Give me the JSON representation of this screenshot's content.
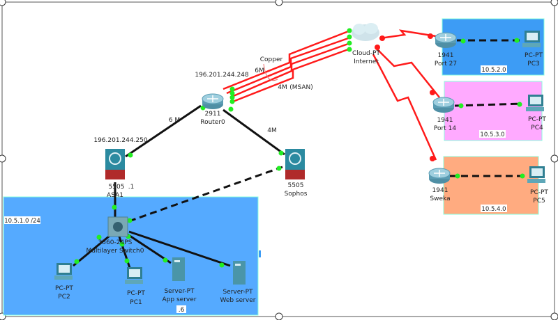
{
  "colors": {
    "lan_main": "#55aaff",
    "lan_port27": "#3d9cf5",
    "lan_port14": "#ffaaff",
    "lan_sweka": "#ffab80",
    "wan_link": "#ff1a1a",
    "link": "#111111",
    "port_up": "#22ee22"
  },
  "wan": {
    "router_ip": "196.201.244.248",
    "copper": "Copper",
    "speed_a": "6M",
    "speed_b": "4M",
    "msan": "(MSAN)"
  },
  "router0": {
    "model": "2911",
    "name": "Router0"
  },
  "cloud": {
    "model": "Cloud-PT",
    "name": "Internet"
  },
  "links": {
    "to_asa": "6 M",
    "to_sophos": "4M"
  },
  "asa1": {
    "ip": "196.201.244.250",
    "model": "5505",
    "name": "ASA1",
    "host": ".1"
  },
  "sophos": {
    "model": "5505",
    "name": "Sophos"
  },
  "lan": {
    "subnet": "10.5.1.0 /24",
    "switch_model": "3560-24PS",
    "switch_name": "Multilayer Switch0",
    "pc2": {
      "model": "PC-PT",
      "name": "PC2"
    },
    "pc1": {
      "model": "PC-PT",
      "name": "PC1"
    },
    "app": {
      "model": "Server-PT",
      "name": "App server",
      "host": ".6"
    },
    "web": {
      "model": "Server-PT",
      "name": "Web server"
    }
  },
  "branches": [
    {
      "router_model": "1941",
      "router_name": "Port 27",
      "pc_model": "PC-PT",
      "pc_name": "PC3",
      "subnet": "10.5.2.0"
    },
    {
      "router_model": "1941",
      "router_name": "Port 14",
      "pc_model": "PC-PT",
      "pc_name": "PC4",
      "subnet": "10.5.3.0"
    },
    {
      "router_model": "1941",
      "router_name": "Sweka",
      "pc_model": "PC-PT",
      "pc_name": "PC5",
      "subnet": "10.5.4.0"
    }
  ]
}
